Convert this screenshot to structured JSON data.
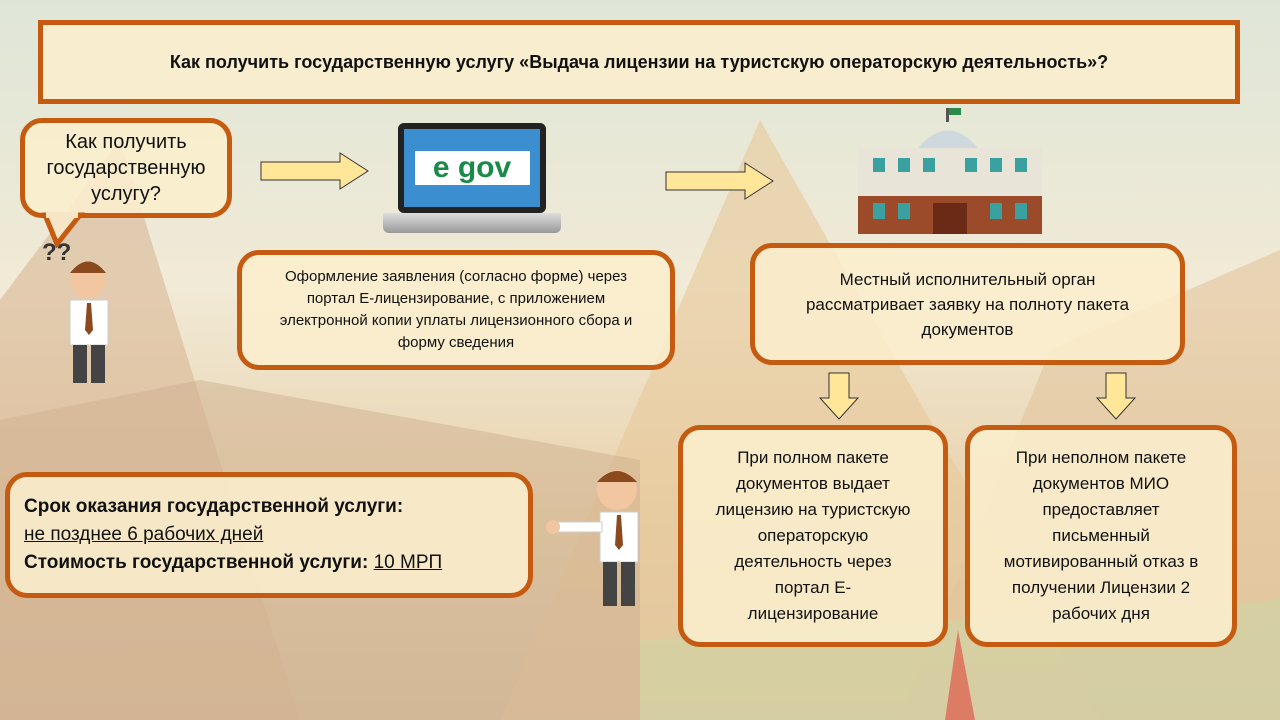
{
  "title": "Как получить государственную услугу «Выдача лицензии на туристскую операторскую деятельность»?",
  "bubble": "Как получить государственную услугу?",
  "egov_logo": "e gov",
  "step1": "Оформление заявления (согласно форме)  через портал Е-лицензирование, с приложением электронной копии уплаты лицензионного сбора и форму сведения",
  "step2": "Местный исполнительный орган рассматривает заявку на полноту пакета документов",
  "outcome_full": "При полном пакете документов выдает лицензию на туристскую операторскую деятельность через портал  Е-лицензирование",
  "outcome_incomplete": "При неполном пакете документов МИО предоставляет письменный мотивированный  отказ в получении Лицензии 2 рабочих дня",
  "info": {
    "term_label": "Срок оказания государственной услуги:",
    "term_value": "не позднее 6 рабочих дней",
    "cost_label": "Стоимость государственной услуги:",
    "cost_value": "10 МРП"
  },
  "colors": {
    "border": "#c55a11",
    "arrow": "#ffe699"
  }
}
